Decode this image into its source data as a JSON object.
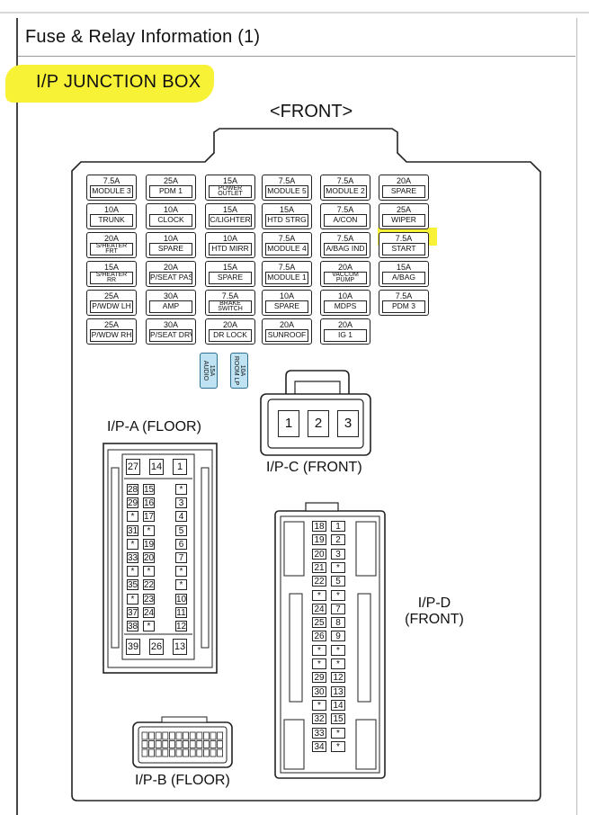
{
  "header": {
    "title": "Fuse & Relay Information (1)"
  },
  "section": {
    "title": "I/P JUNCTION BOX",
    "front_label": "<FRONT>"
  },
  "fuse_rows": [
    [
      {
        "amp": "7.5A",
        "name": "MODULE 3"
      },
      {
        "amp": "25A",
        "name": "PDM 1"
      },
      {
        "amp": "15A",
        "name": "POWER OUTLET",
        "small": true
      },
      {
        "amp": "7.5A",
        "name": "MODULE 5"
      },
      {
        "amp": "7.5A",
        "name": "MODULE 2"
      },
      {
        "amp": "20A",
        "name": "SPARE"
      }
    ],
    [
      {
        "amp": "10A",
        "name": "TRUNK"
      },
      {
        "amp": "10A",
        "name": "CLOCK"
      },
      {
        "amp": "15A",
        "name": "C/LIGHTER"
      },
      {
        "amp": "15A",
        "name": "HTD STRG"
      },
      {
        "amp": "7.5A",
        "name": "A/CON"
      },
      {
        "amp": "25A",
        "name": "WIPER"
      }
    ],
    [
      {
        "amp": "20A",
        "name": "S/HEATER FRT",
        "small": true,
        "label_style": "stacked"
      },
      {
        "amp": "10A",
        "name": "SPARE"
      },
      {
        "amp": "10A",
        "name": "HTD MIRR"
      },
      {
        "amp": "7.5A",
        "name": "MODULE 4"
      },
      {
        "amp": "7.5A",
        "name": "A/BAG IND"
      },
      {
        "amp": "7.5A",
        "name": "START",
        "highlighted": true
      }
    ],
    [
      {
        "amp": "15A",
        "name": "S/HEATER RR",
        "small": true,
        "label_style": "stacked"
      },
      {
        "amp": "20A",
        "name": "P/SEAT PASS"
      },
      {
        "amp": "15A",
        "name": "SPARE"
      },
      {
        "amp": "7.5A",
        "name": "MODULE 1"
      },
      {
        "amp": "20A",
        "name": "VACCUM PUMP",
        "small": true
      },
      {
        "amp": "15A",
        "name": "A/BAG"
      }
    ],
    [
      {
        "amp": "25A",
        "name": "P/WDW LH"
      },
      {
        "amp": "30A",
        "name": "AMP"
      },
      {
        "amp": "7.5A",
        "name": "BRAKE SWITCH",
        "small": true
      },
      {
        "amp": "10A",
        "name": "SPARE"
      },
      {
        "amp": "10A",
        "name": "MDPS"
      },
      {
        "amp": "7.5A",
        "name": "PDM 3"
      }
    ],
    [
      {
        "amp": "25A",
        "name": "P/WDW RH"
      },
      {
        "amp": "30A",
        "name": "P/SEAT DRV"
      },
      {
        "amp": "20A",
        "name": "DR LOCK"
      },
      {
        "amp": "20A",
        "name": "SUNROOF"
      },
      {
        "amp": "20A",
        "name": "IG 1"
      }
    ]
  ],
  "small_fuses": [
    {
      "amp": "15A",
      "name": "AUDIO"
    },
    {
      "amp": "10A",
      "name": "ROOM LP"
    }
  ],
  "connectors": {
    "ipa": {
      "label": "I/P-A (FLOOR)",
      "top": [
        "27",
        "14",
        "1"
      ],
      "left": [
        "28",
        "29",
        "*",
        "31",
        "*",
        "33",
        "*",
        "35",
        "*",
        "37",
        "38"
      ],
      "mid": [
        "15",
        "16",
        "17",
        "*",
        "19",
        "20",
        "*",
        "22",
        "23",
        "24",
        "*"
      ],
      "right": [
        "*",
        "3",
        "4",
        "5",
        "6",
        "7",
        "*",
        "*",
        "10",
        "11",
        "12"
      ],
      "bottom": [
        "39",
        "26",
        "13"
      ]
    },
    "ipb": {
      "label": "I/P-B (FLOOR)"
    },
    "ipc": {
      "label": "I/P-C (FRONT)",
      "pins": [
        "1",
        "2",
        "3"
      ]
    },
    "ipd": {
      "label": "I/P-D (FRONT)",
      "left": [
        "18",
        "19",
        "20",
        "21",
        "22",
        "*",
        "24",
        "25",
        "26",
        "*",
        "*",
        "29",
        "30",
        "*",
        "32",
        "33",
        "34"
      ],
      "right": [
        "1",
        "2",
        "3",
        "*",
        "5",
        "*",
        "7",
        "8",
        "9",
        "*",
        "*",
        "12",
        "13",
        "14",
        "15",
        "*",
        "*"
      ]
    }
  },
  "colors": {
    "highlight": "#f7f236",
    "small_fuse_fill": "#bfe3f3"
  }
}
